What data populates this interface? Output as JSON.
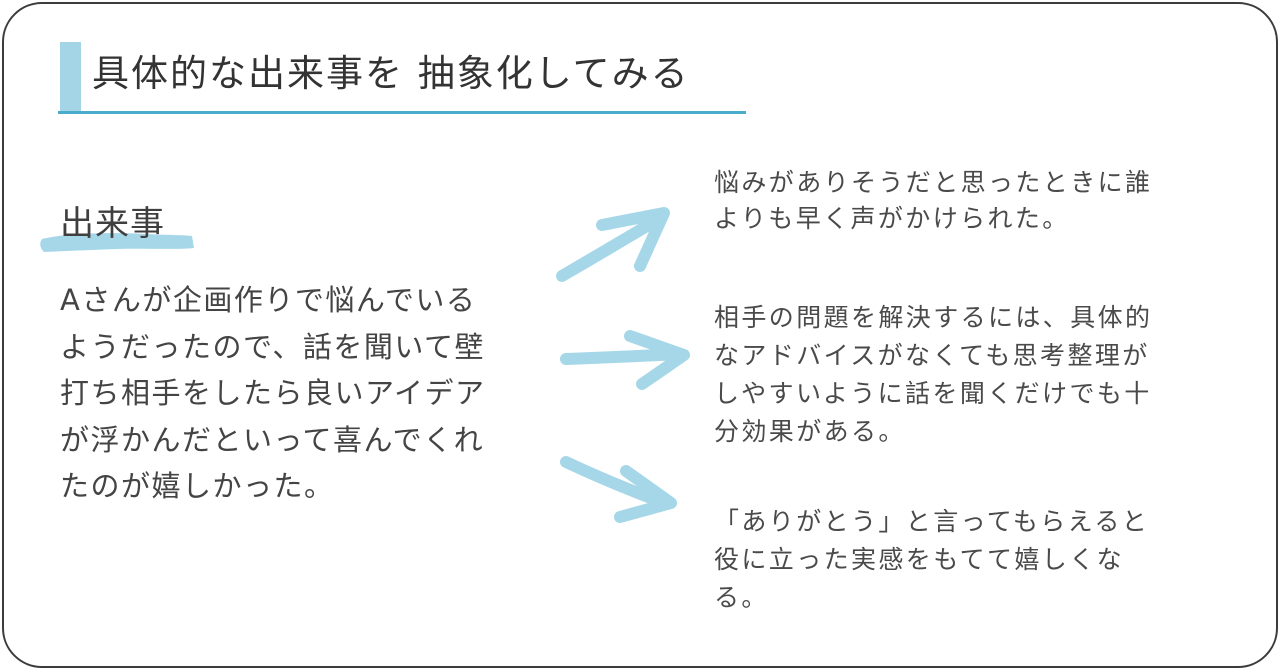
{
  "title": {
    "text": "具体的な出来事を 抽象化してみる"
  },
  "event": {
    "heading": "出来事",
    "lines": [
      "Aさんが企画作りで悩んでいる",
      "ようだったので、話を聞いて壁",
      "打ち相手をしたら良いアイデア",
      "が浮かんだといって喜んでくれ",
      "たのが嬉しかった。"
    ]
  },
  "abstractions": [
    {
      "lines": [
        "悩みがありそうだと思ったときに誰",
        "よりも早く声がかけられた。"
      ]
    },
    {
      "lines": [
        "相手の問題を解決するには、具体的",
        "なアドバイスがなくても思考整理が",
        "しやすいように話を聞くだけでも十",
        "分効果がある。"
      ]
    },
    {
      "lines": [
        "「ありがとう」と言ってもらえると",
        "役に立った実感をもてて嬉しくな",
        "る。"
      ]
    }
  ],
  "icons": {
    "title_marker": "vertical-bar-marker",
    "heading_highlight": "brush-stroke-highlight",
    "arrows": [
      "brush-arrow-up-right",
      "brush-arrow-right",
      "brush-arrow-down-right"
    ]
  },
  "colors": {
    "accent": "#4aabcb",
    "brush": "#a6d7e8",
    "bar": "#a3d5e6",
    "text": "#474747",
    "border": "#3c3c3c"
  }
}
